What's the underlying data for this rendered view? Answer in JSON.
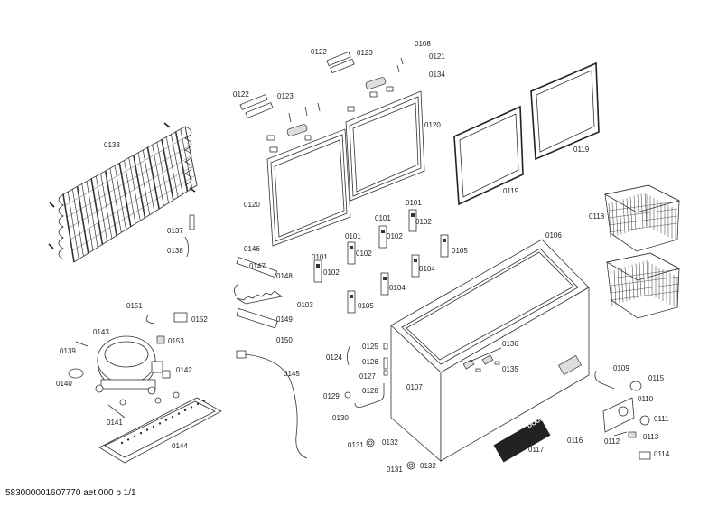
{
  "footer": "583000001607770 aet 000 b 1/1",
  "labels": {
    "l0108": "0108",
    "l0121": "0121",
    "l0134": "0134",
    "l0122a": "0122",
    "l0123a": "0123",
    "l0122b": "0122",
    "l0123b": "0123",
    "l0120a": "0120",
    "l0120b": "0120",
    "l0119a": "0119",
    "l0119b": "0119",
    "l0133": "0133",
    "l0137": "0137",
    "l0138": "0138",
    "l0118": "0118",
    "l0106": "0106",
    "l0101a": "0101",
    "l0101b": "0101",
    "l0101c": "0101",
    "l0101d": "0101",
    "l0102a": "0102",
    "l0102b": "0102",
    "l0102c": "0102",
    "l0102d": "0102",
    "l0103": "0103",
    "l0104a": "0104",
    "l0104b": "0104",
    "l0105a": "0105",
    "l0105b": "0105",
    "l0146": "0146",
    "l0147": "0147",
    "l0148": "0148",
    "l0149": "0149",
    "l0150": "0150",
    "l0151": "0151",
    "l0152": "0152",
    "l0153": "0153",
    "l0143": "0143",
    "l0139": "0139",
    "l0140": "0140",
    "l0142": "0142",
    "l0141": "0141",
    "l0144": "0144",
    "l0145": "0145",
    "l0124": "0124",
    "l0125": "0125",
    "l0126": "0126",
    "l0127": "0127",
    "l0128": "0128",
    "l0129": "0129",
    "l0130": "0130",
    "l0131a": "0131",
    "l0132a": "0132",
    "l0131b": "0131",
    "l0132b": "0132",
    "l0136": "0136",
    "l0135": "0135",
    "l0107": "0107",
    "l0117": "0117",
    "l0109": "0109",
    "l0115": "0115",
    "l0110": "0110",
    "l0111": "0111",
    "l0112": "0112",
    "l0113": "0113",
    "l0114": "0114",
    "l0116": "0116"
  },
  "badge_text": "DOUBLE ACTION"
}
